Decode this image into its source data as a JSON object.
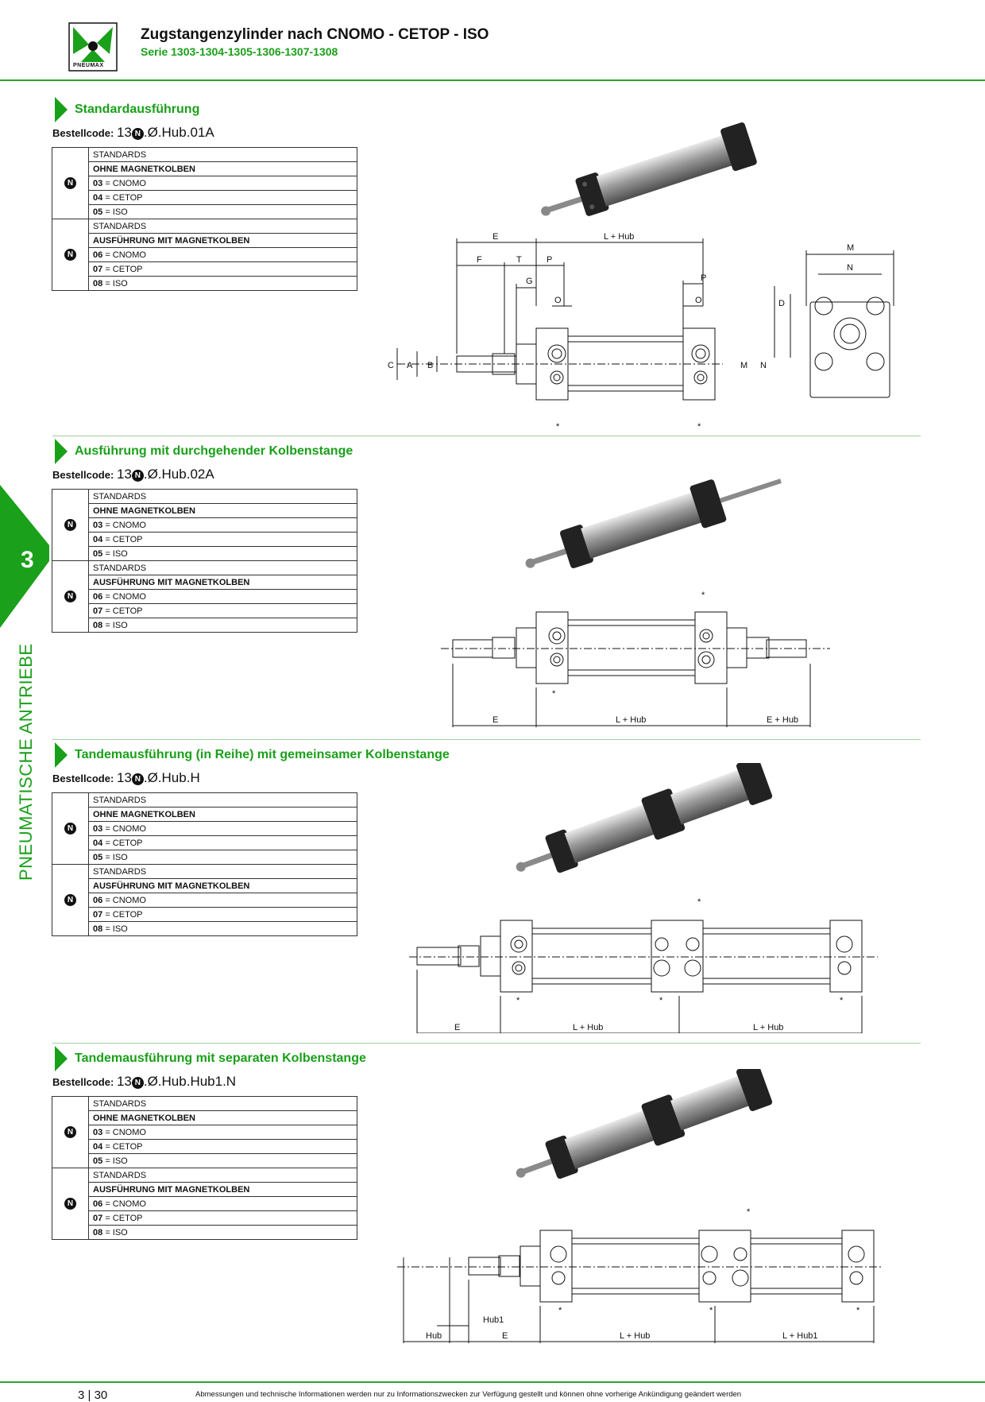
{
  "header": {
    "logo_text": "PNEUMAX",
    "title": "Zugstangenzylinder nach CNOMO - CETOP - ISO",
    "subtitle": "Serie 1303-1304-1305-1306-1307-1308"
  },
  "side": {
    "chapter": "3",
    "category": "PNEUMATISCHE ANTRIEBE"
  },
  "options": {
    "badge": "N",
    "group1": {
      "standards": "STANDARDS",
      "type": "OHNE MAGNETKOLBEN",
      "rows": [
        {
          "code": "03",
          "label": "= CNOMO"
        },
        {
          "code": "04",
          "label": "= CETOP"
        },
        {
          "code": "05",
          "label": "= ISO"
        }
      ]
    },
    "group2": {
      "standards": "STANDARDS",
      "type": "AUSFÜHRUNG MIT MAGNETKOLBEN",
      "rows": [
        {
          "code": "06",
          "label": "= CNOMO"
        },
        {
          "code": "07",
          "label": "= CETOP"
        },
        {
          "code": "08",
          "label": "= ISO"
        }
      ]
    }
  },
  "sections": [
    {
      "title": "Standardausführung",
      "code_label": "Bestellcode:",
      "code_prefix": "13",
      "code_suffix": ".Ø.Hub.01A",
      "dims": {
        "E": "E",
        "LHub": "L + Hub",
        "F": "F",
        "T": "T",
        "P1": "P",
        "G": "G",
        "O1": "O",
        "P2": "P",
        "O2": "O",
        "C": "C",
        "A": "A",
        "B": "B",
        "M1": "M",
        "N1": "N",
        "M2": "M",
        "N2": "N",
        "D": "D",
        "star": "*"
      }
    },
    {
      "title": "Ausführung mit durchgehender Kolbenstange",
      "code_label": "Bestellcode:",
      "code_prefix": "13",
      "code_suffix": ".Ø.Hub.02A",
      "dims": {
        "E": "E",
        "LHub": "L + Hub",
        "EHub": "E + Hub",
        "star": "*"
      }
    },
    {
      "title": "Tandemausführung (in Reihe) mit gemeinsamer Kolbenstange",
      "code_label": "Bestellcode:",
      "code_prefix": "13",
      "code_suffix": ".Ø.Hub.H",
      "dims": {
        "E": "E",
        "LHub1": "L + Hub",
        "LHub2": "L + Hub",
        "star": "*"
      }
    },
    {
      "title": "Tandemausführung mit separaten Kolbenstange",
      "code_label": "Bestellcode:",
      "code_prefix": "13",
      "code_suffix": ".Ø.Hub.Hub1.N",
      "dims": {
        "Hub1": "Hub1",
        "Hub": "Hub",
        "E": "E",
        "LHub": "L + Hub",
        "LHub1": "L + Hub1",
        "star": "*"
      }
    }
  ],
  "footer": {
    "page": "3",
    "page_num": "30",
    "note": "Abmessungen und technische Informationen werden nur zu Informationszwecken zur Verfügung gestellt und können ohne vorherige Ankündigung geändert werden"
  },
  "colors": {
    "accent": "#1aa01a"
  }
}
